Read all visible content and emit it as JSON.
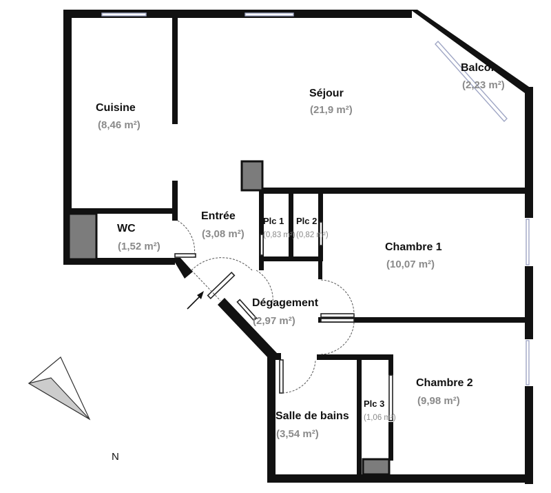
{
  "plan": {
    "compass_label": "N",
    "rooms": {
      "sejour": {
        "name": "Séjour",
        "area": "(21,9 m²)"
      },
      "cuisine": {
        "name": "Cuisine",
        "area": "(8,46 m²)"
      },
      "balcon": {
        "name": "Balcon",
        "area": "(2,23 m²)"
      },
      "wc": {
        "name": "WC",
        "area": "(1,52 m²)"
      },
      "entree": {
        "name": "Entrée",
        "area": "(3,08 m²)"
      },
      "plc1": {
        "name": "Plc 1",
        "area": "(0,83 m²)"
      },
      "plc2": {
        "name": "Plc 2",
        "area": "(0,82 m²)"
      },
      "chambre1": {
        "name": "Chambre 1",
        "area": "(10,07 m²)"
      },
      "degagement": {
        "name": "Dégagement",
        "area": "(2,97 m²)"
      },
      "chambre2": {
        "name": "Chambre 2",
        "area": "(9,98 m²)"
      },
      "sdb": {
        "name": "Salle de bains",
        "area": "(3,54 m²)"
      },
      "plc3": {
        "name": "Plc 3",
        "area": "(1,06 m²)"
      }
    }
  }
}
